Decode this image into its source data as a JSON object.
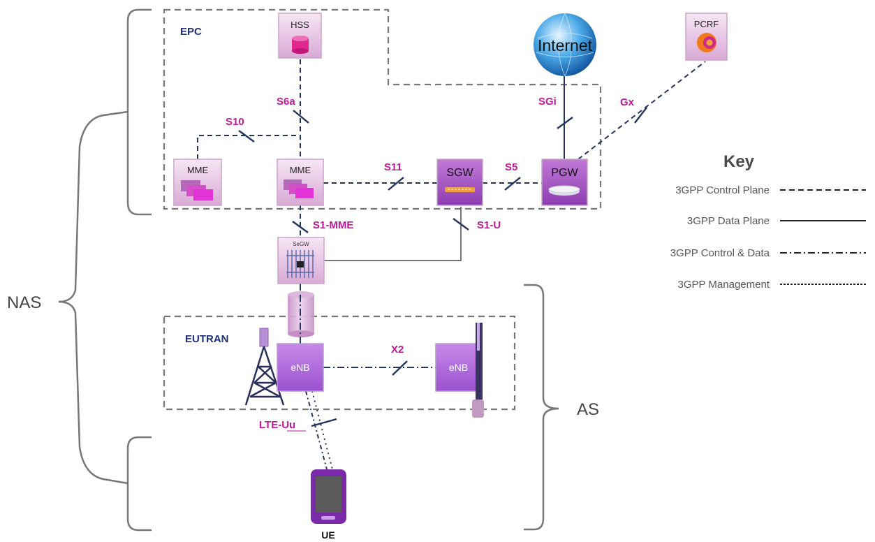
{
  "regions": {
    "epc": "EPC",
    "eutran": "EUTRAN"
  },
  "nodes": {
    "hss": "HSS",
    "pcrf": "PCRF",
    "internet": "Internet",
    "mme_left": "MME",
    "mme_right": "MME",
    "sgw": "SGW",
    "pgw": "PGW",
    "segw": "SeGW",
    "enb_left": "eNB",
    "enb_right": "eNB",
    "ue": "UE"
  },
  "interfaces": {
    "s6a": "S6a",
    "s10": "S10",
    "s11": "S11",
    "s5": "S5",
    "sgi": "SGi",
    "gx": "Gx",
    "s1_mme": "S1-MME",
    "s1_u": "S1-U",
    "x2": "X2",
    "lte_uu": "LTE-Uu"
  },
  "scopes": {
    "nas": "NAS",
    "as": "AS"
  },
  "key": {
    "title": "Key",
    "items": [
      {
        "label": "3GPP Control Plane",
        "style": "dashed"
      },
      {
        "label": "3GPP Data Plane",
        "style": "solid"
      },
      {
        "label": "3GPP Control & Data",
        "style": "dash-dot"
      },
      {
        "label": "3GPP Management",
        "style": "dotted"
      }
    ]
  },
  "colors": {
    "link": "#23345e",
    "interface_label": "#c0189a",
    "region_label": "#1f2f78",
    "node_fill": "#e8c8e6",
    "node_dark_fill": "#a64fc8",
    "enb_fill": "#b06ee0"
  }
}
